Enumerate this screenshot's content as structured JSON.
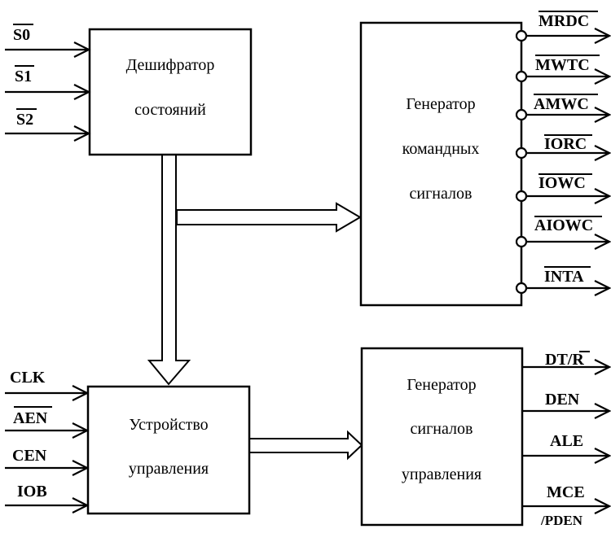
{
  "blocks": {
    "decoder": {
      "line1": "Дешифратор",
      "line2": "состояний"
    },
    "command_gen": {
      "line1": "Генератор",
      "line2": "командных",
      "line3": "сигналов"
    },
    "control_unit": {
      "line1": "Устройство",
      "line2": "управления"
    },
    "control_gen": {
      "line1": "Генератор",
      "line2": "сигналов",
      "line3": "управления"
    }
  },
  "status_inputs": [
    "S0",
    "S1",
    "S2"
  ],
  "control_inputs": [
    "CLK",
    "AEN",
    "CEN",
    "IOB"
  ],
  "command_outputs": [
    "MRDC",
    "MWTC",
    "AMWC",
    "IORC",
    "IOWC",
    "AIOWC",
    "INTA"
  ],
  "control_outputs": [
    "DT/R",
    "DEN",
    "ALE",
    "MCE",
    "/PDEN"
  ]
}
